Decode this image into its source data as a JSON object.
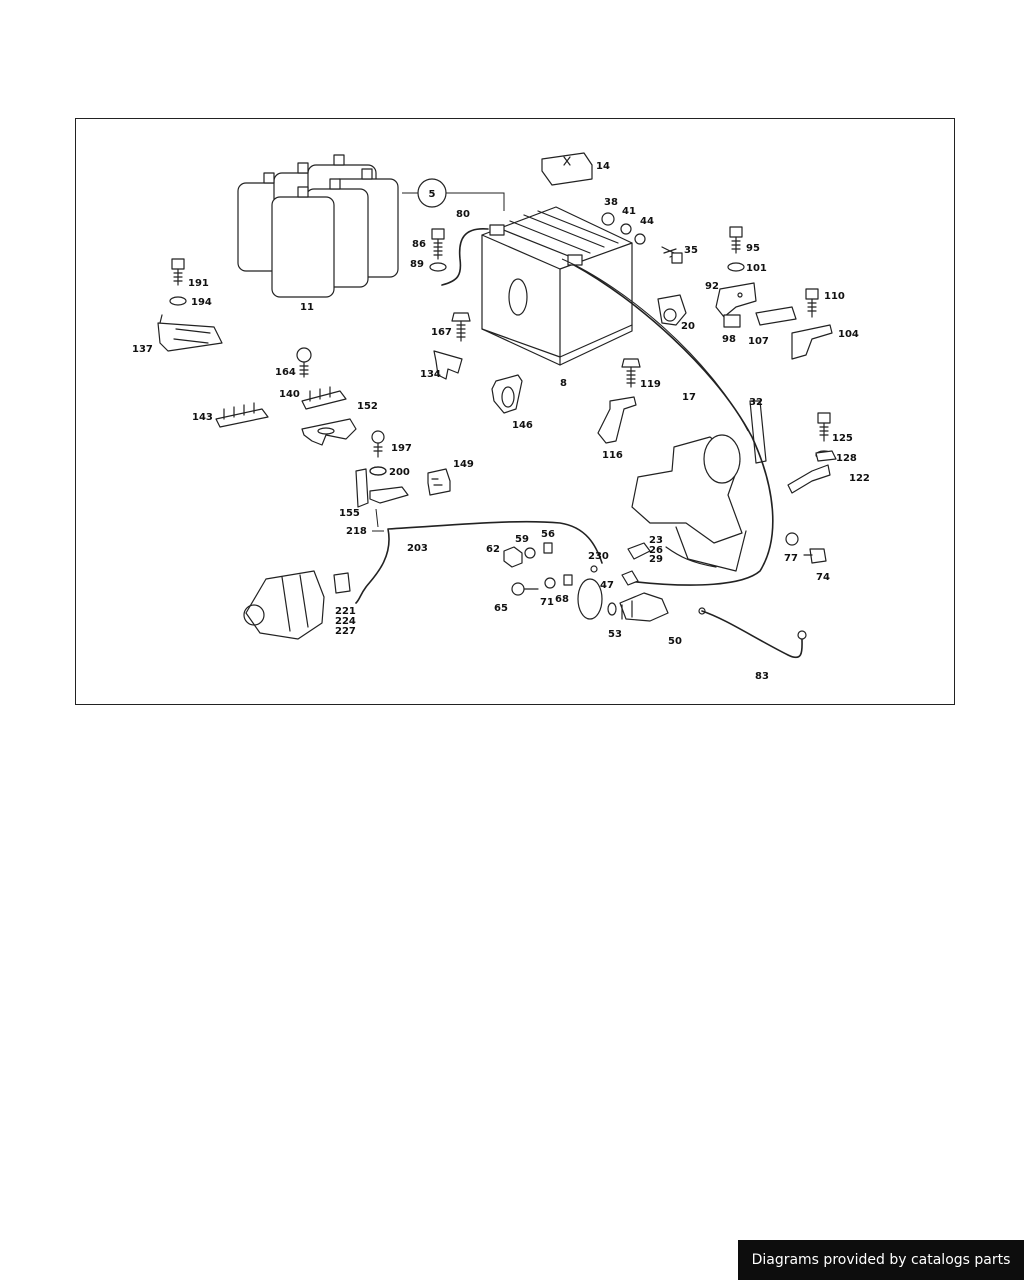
{
  "callouts": [
    "5",
    "14",
    "38",
    "41",
    "44",
    "35",
    "80",
    "86",
    "89",
    "95",
    "101",
    "11",
    "191",
    "194",
    "137",
    "92",
    "110",
    "20",
    "167",
    "98",
    "107",
    "104",
    "164",
    "134",
    "8",
    "119",
    "140",
    "152",
    "143",
    "146",
    "17",
    "32",
    "116",
    "197",
    "125",
    "128",
    "149",
    "122",
    "200",
    "155",
    "218",
    "203",
    "56",
    "62",
    "59",
    "23",
    "26",
    "29",
    "230",
    "77",
    "74",
    "47",
    "65",
    "71",
    "68",
    "53",
    "50",
    "221",
    "224",
    "227",
    "83"
  ],
  "attribution": "Diagrams provided by catalogs parts"
}
